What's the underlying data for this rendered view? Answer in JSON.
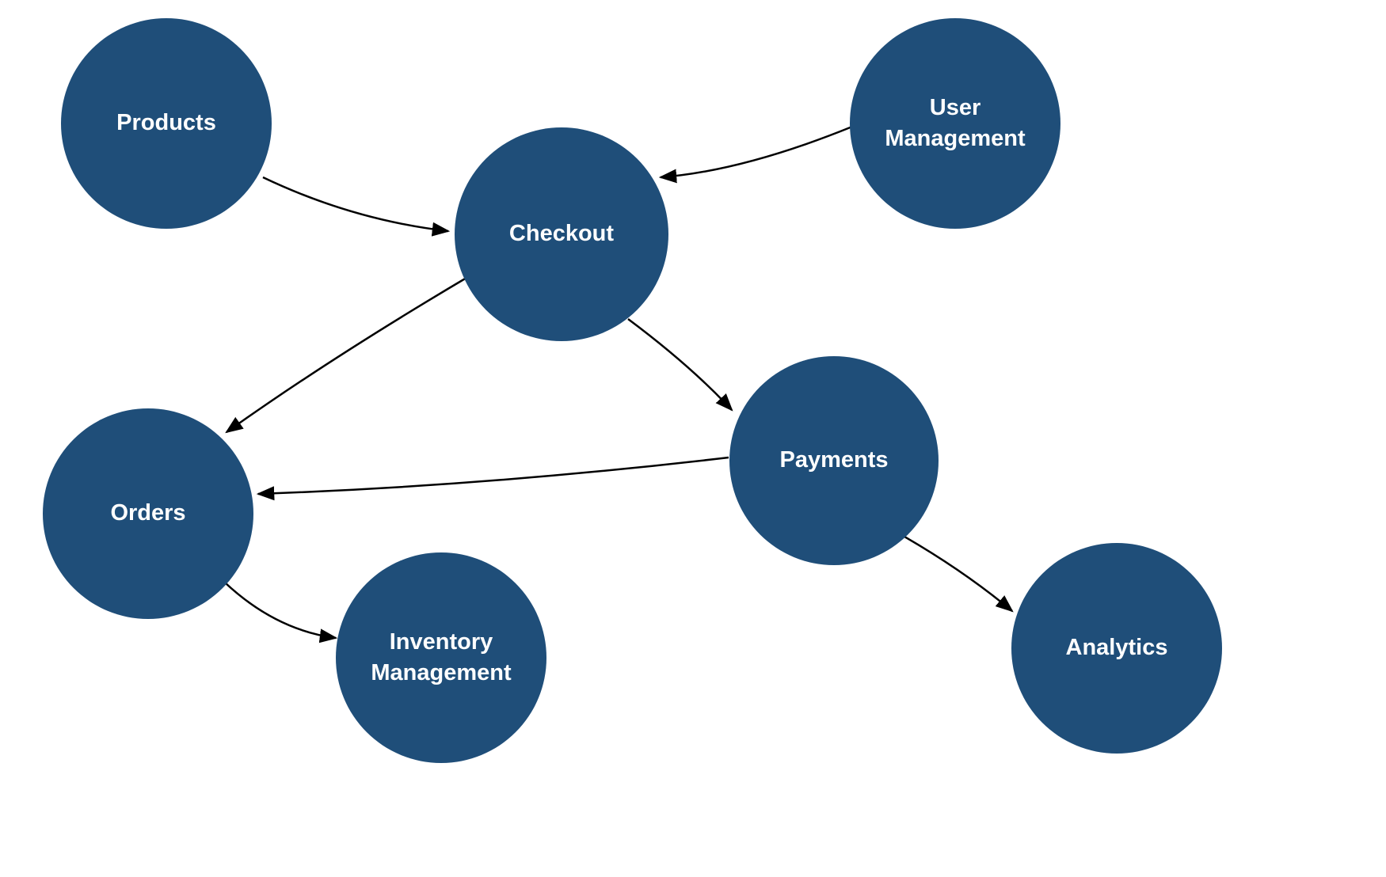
{
  "diagram": {
    "title": "",
    "nodes": [
      {
        "id": "products",
        "label": "Products"
      },
      {
        "id": "user-management",
        "label": "User Management"
      },
      {
        "id": "checkout",
        "label": "Checkout"
      },
      {
        "id": "orders",
        "label": "Orders"
      },
      {
        "id": "payments",
        "label": "Payments"
      },
      {
        "id": "inventory-management",
        "label": "Inventory Management"
      },
      {
        "id": "analytics",
        "label": "Analytics"
      }
    ],
    "edges": [
      {
        "from": "Products",
        "to": "Checkout"
      },
      {
        "from": "User Management",
        "to": "Checkout"
      },
      {
        "from": "Checkout",
        "to": "Orders"
      },
      {
        "from": "Checkout",
        "to": "Payments"
      },
      {
        "from": "Payments",
        "to": "Orders"
      },
      {
        "from": "Orders",
        "to": "Inventory Management"
      },
      {
        "from": "Payments",
        "to": "Analytics"
      }
    ],
    "colors": {
      "node_fill": "#1f4e79",
      "node_text": "#ffffff",
      "edge": "#000000",
      "background": "#ffffff"
    }
  }
}
